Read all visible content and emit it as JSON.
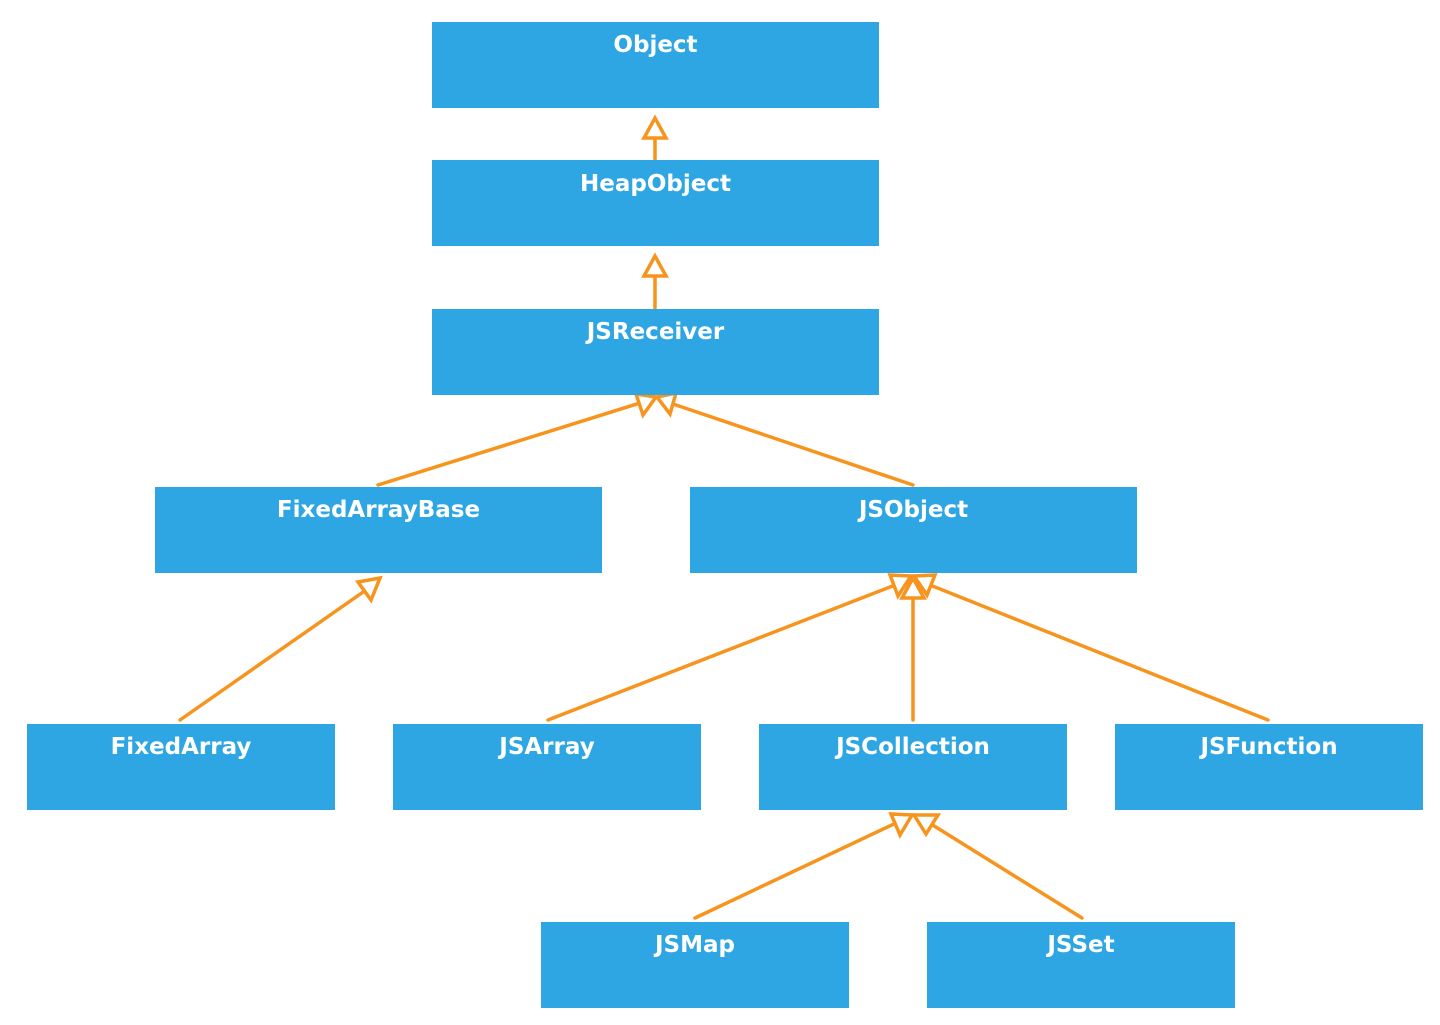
{
  "diagram": {
    "type": "uml-class-hierarchy",
    "relationship": "inheritance",
    "colors": {
      "box": "#2ea6e3",
      "text": "#ffffff",
      "arrow": "#f7941d",
      "background": "#ffffff"
    },
    "nodes": {
      "object": "Object",
      "heap_object": "HeapObject",
      "js_receiver": "JSReceiver",
      "fixed_array_base": "FixedArrayBase",
      "js_object": "JSObject",
      "fixed_array": "FixedArray",
      "js_array": "JSArray",
      "js_collection": "JSCollection",
      "js_function": "JSFunction",
      "js_map": "JSMap",
      "js_set": "JSSet"
    },
    "edges": [
      {
        "from": "heap_object",
        "to": "object"
      },
      {
        "from": "js_receiver",
        "to": "heap_object"
      },
      {
        "from": "fixed_array_base",
        "to": "js_receiver"
      },
      {
        "from": "js_object",
        "to": "js_receiver"
      },
      {
        "from": "fixed_array",
        "to": "fixed_array_base"
      },
      {
        "from": "js_array",
        "to": "js_object"
      },
      {
        "from": "js_collection",
        "to": "js_object"
      },
      {
        "from": "js_function",
        "to": "js_object"
      },
      {
        "from": "js_map",
        "to": "js_collection"
      },
      {
        "from": "js_set",
        "to": "js_collection"
      }
    ]
  }
}
